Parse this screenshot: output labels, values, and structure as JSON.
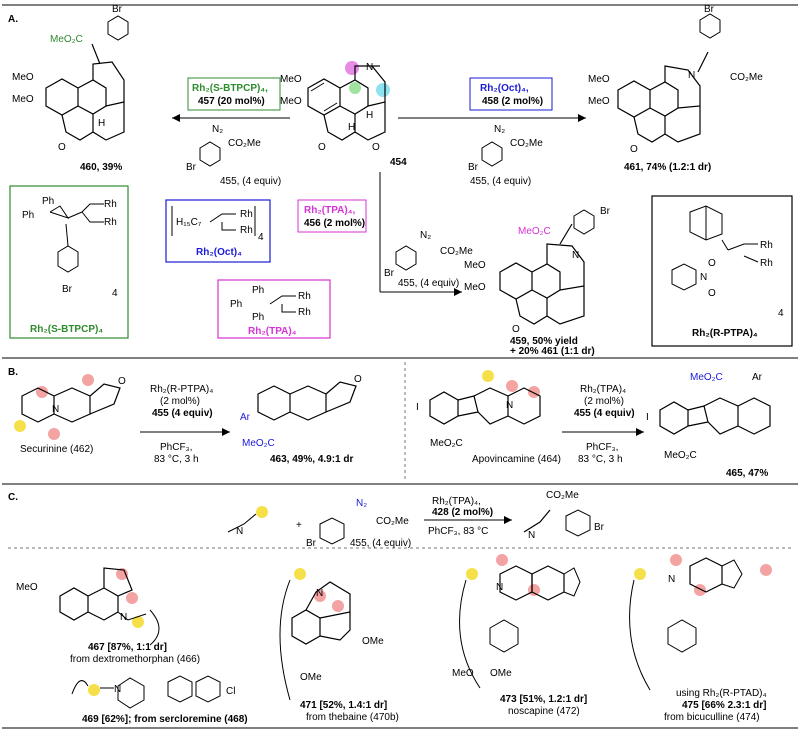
{
  "sections": {
    "a": "A.",
    "b": "B.",
    "c": "C."
  },
  "panelA": {
    "left_catalyst": "Rh₂(S-BTPCP)₄,",
    "left_catalyst_loading": "457 (20 mol%)",
    "right_catalyst": "Rh₂(Oct)₄,",
    "right_catalyst_loading": "458 (2 mol%)",
    "center_catalyst": "Rh₂(TPA)₄,",
    "center_catalyst_loading": "456 (2 mol%)",
    "reagent_left": "455, (4 equiv)",
    "reagent_right": "455, (4 equiv)",
    "reagent_center": "455, (4 equiv)",
    "sm_label": "454",
    "product_left": "460, 39%",
    "product_right": "461, 74% (1.2:1 dr)",
    "product_center_1": "459, 50% yield",
    "product_center_2": "+ 20% 461 (1:1 dr)",
    "box_btpcp": "Rh₂(S-BTPCP)₄",
    "box_oct": "Rh₂(Oct)₄",
    "box_tpa": "Rh₂(TPA)₄",
    "box_ptpa": "Rh₂(R-PTPA)₄",
    "oct_chain": "H₁₅C₇",
    "co2me": "CO₂Me",
    "meo2c": "MeO₂C",
    "meo": "MeO",
    "br": "Br",
    "n2": "N₂",
    "ph": "Ph",
    "rh": "Rh",
    "n": "N",
    "h": "H",
    "o": "O",
    "four": "4"
  },
  "panelB": {
    "left_cat": "Rh₂(R-PTPA)₄",
    "left_cat_loading": "(2 mol%)",
    "left_reagent": "455 (4 equiv)",
    "left_solvent": "PhCF₃,",
    "left_cond": "83 °C, 3 h",
    "sm_left": "Securinine (462)",
    "product_left": "463, 49%, 4.9:1 dr",
    "right_cat": "Rh₂(TPA)₄",
    "right_cat_loading": "(2 mol%)",
    "right_reagent": "455 (4 equiv)",
    "right_solvent": "PhCF₃,",
    "right_cond": "83 °C, 3 h",
    "sm_right": "Apovincamine (464)",
    "product_right": "465, 47%",
    "ar": "Ar",
    "i": "I",
    "meo2c": "MeO₂C"
  },
  "panelC": {
    "cat": "Rh₂(TPA)₄,",
    "cat_loading": "428 (2 mol%)",
    "cond": "PhCF₃, 83 °C",
    "reagent": "455, (4 equiv)",
    "plus": "+",
    "ex467_a": "467 [87%, 1:1 dr]",
    "ex467_b": "from dextromethorphan (466)",
    "ex469": "469 [62%]; from sercloremine (468)",
    "ex471_a": "471 [52%, 1.4:1 dr]",
    "ex471_b": "from thebaine (470b)",
    "ex473_a": "473 [51%, 1.2:1 dr]",
    "ex473_b": "noscapine (472)",
    "ex475_a": "using Rh₂(R-PTAD)₄",
    "ex475_b": "475 [66% 2.3:1 dr]",
    "ex475_c": "from bicuculline (474)",
    "ome": "OMe",
    "meo": "MeO",
    "cl": "Cl"
  },
  "colors": {
    "green": "#2e8b2e",
    "blue": "#1a1ad6",
    "magenta": "#d633d6",
    "highlight_red": "#f4a3a3",
    "highlight_yellow": "#f5e04a",
    "highlight_cyan": "#8fe3f0"
  }
}
